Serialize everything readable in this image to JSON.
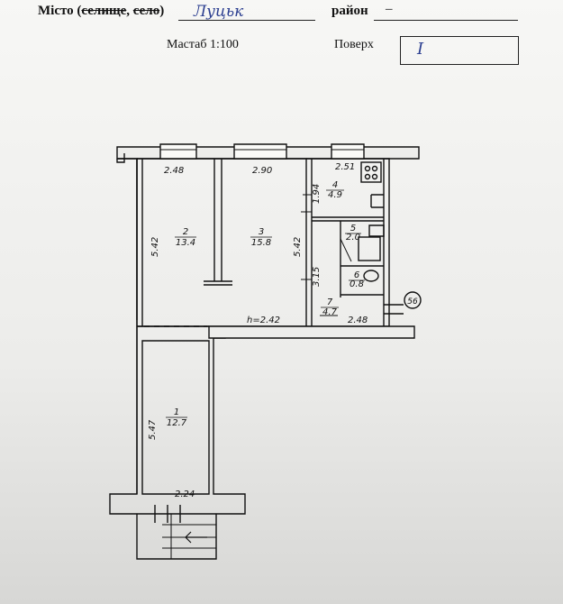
{
  "header": {
    "city_label": "Місто (",
    "city_strike1": "селище",
    "city_sep": ", ",
    "city_strike2": "село",
    "city_close": ")",
    "city_value": "Луцьк",
    "district_label": "район",
    "district_value": "–",
    "scale_label": "Мастаб 1:100",
    "floor_label": "Поверх",
    "floor_value": "I"
  },
  "plan": {
    "dims": {
      "room2_width": "2.48",
      "room3_width": "2.90",
      "room4_width": "2.51",
      "room2_height": "5.42",
      "room3_height": "5.42",
      "room4_height": "1.94",
      "room6_height": "3.15",
      "room7_width": "2.48",
      "ceiling_height": "h=2.42",
      "room1_height": "5.47",
      "room1_width": "2.24"
    },
    "rooms": [
      {
        "num": "1",
        "area": "12.7"
      },
      {
        "num": "2",
        "area": "13.4"
      },
      {
        "num": "3",
        "area": "15.8"
      },
      {
        "num": "4",
        "area": "4.9"
      },
      {
        "num": "5",
        "area": "2.0"
      },
      {
        "num": "6",
        "area": "0.8"
      },
      {
        "num": "7",
        "area": "4.7"
      }
    ],
    "marker": "56"
  }
}
